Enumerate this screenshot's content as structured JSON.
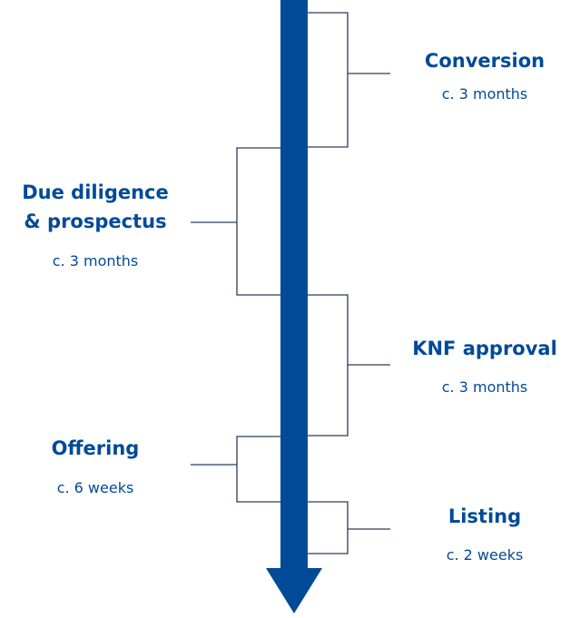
{
  "colors": {
    "accent": "#004a98",
    "bracket": "#2a3d5c",
    "background": "#ffffff"
  },
  "phases": [
    {
      "name": "Conversion",
      "duration": "c. 3 months",
      "side": "right"
    },
    {
      "name_lines": [
        "Due diligence",
        "& prospectus"
      ],
      "duration": "c. 3 months",
      "side": "left"
    },
    {
      "name": "KNF approval",
      "duration": "c. 3 months",
      "side": "right"
    },
    {
      "name": "Offering",
      "duration": "c. 6 weeks",
      "side": "left"
    },
    {
      "name": "Listing",
      "duration": "c. 2 weeks",
      "side": "right"
    }
  ]
}
